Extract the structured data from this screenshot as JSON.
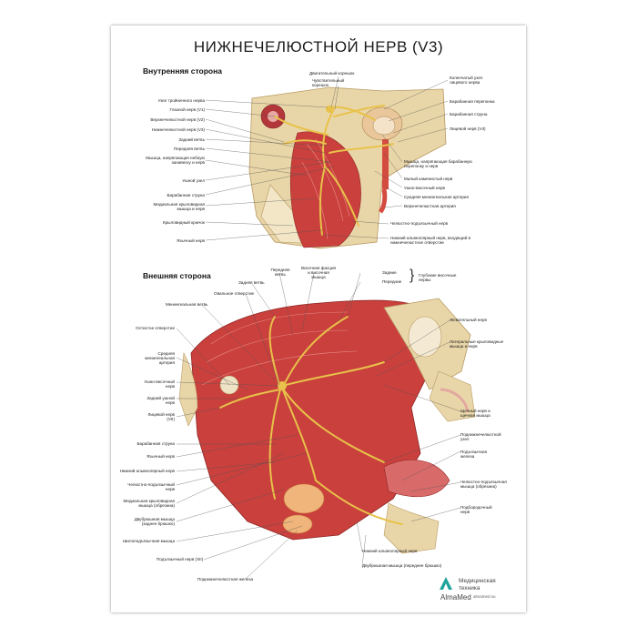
{
  "title": "НИЖНЕЧЕЛЮСТНОЙ НЕРВ (V3)",
  "sections": {
    "inner": "Внутренняя сторона",
    "outer": "Внешняя сторона"
  },
  "inner_left": [
    "Узел тройничного нерва",
    "Глазной нерв (V1)",
    "Верхнечелюстной нерв (V2)",
    "Нижнечелюстной нерв (V3)",
    "Задний ветвь",
    "Передняя ветвь",
    "Мышца, напрягающая небную занавеску и нерв",
    "Ушной узел",
    "Барабанная струна",
    "Медиальная крыловидная мышца и нерв",
    "Крыловидный крючок",
    "Язычный нерв"
  ],
  "inner_top": [
    "Двигательный корешок",
    "Чувствительный корешок"
  ],
  "inner_right": [
    "Коленчатый узел лицевого нерва",
    "Барабанная перепонка",
    "Барабанная струна",
    "Лицевой нерв (VII)",
    "Мышца, напрягающая барабанную перепонку и нерв",
    "Малый каменистый нерв",
    "Ушно-височный нерв",
    "Средняя менингеальная артерия",
    "Верхнечелюстная артерия",
    "Челюстно-подъязычный нерв",
    "Нижний альвеолярный нерв, входящий в нижнечелюстное отверстие"
  ],
  "outer_top": [
    "Задняя ветвь",
    "Передняя ветвь",
    "Височная фасция и височная мышца",
    "Овальное отверстие",
    "Менингеальная ветвь"
  ],
  "outer_deep": {
    "back": "Задние",
    "front": "Передние",
    "brace": "}",
    "caption": "Глубокие височные нервы"
  },
  "outer_left": [
    "Остистое отверстие",
    "Средняя менингеальная артерия",
    "Ушно-височный нерв",
    "Задний ушной нерв",
    "Лицевой нерв (VII)",
    "Барабанная струна",
    "Язычный нерв",
    "Нижний альвеолярный нерв",
    "Челюстно-подъязычный нерв",
    "Медиальная крыловидная мышца (обрезана)",
    "Двубрюшная мышца (заднее брюшко)",
    "Шилоподъязычная мышца",
    "Подъязычный нерв (XII)",
    "Поднижнечелюстная железа"
  ],
  "outer_right": [
    "Жевательный нерв",
    "Латеральные крыловидные мышца и нерв",
    "Щечный нерв и щечная мышца",
    "Поднижнечелюстной узел",
    "Подъязычная железа",
    "Челюстно-подъязычная мышца (обрезана)",
    "Подбородочный нерв",
    "Нижний альвеолярный нерв",
    "Двубрюшная мышца (переднее брюшко)"
  ],
  "brand": {
    "name": "AlmaMed",
    "title": "Медицинская\nтехника",
    "url": "almamed.su"
  },
  "colors": {
    "muscle": "#c9403d",
    "nerve": "#e8c24a",
    "bone": "#e9d6a8",
    "accent": "#1fa39a"
  }
}
